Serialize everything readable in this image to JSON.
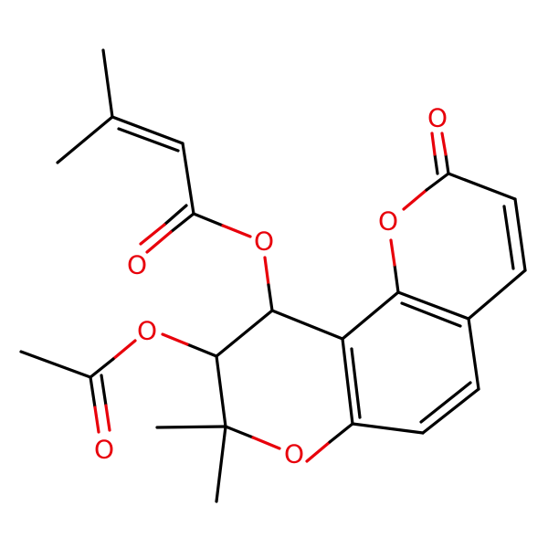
{
  "colors": {
    "background": "#ffffff",
    "bond": "#000000",
    "oxygen": "#e8000b"
  },
  "atoms": [
    {
      "id": "o_carbonyl_lactone",
      "label": "O"
    },
    {
      "id": "o_ring_lactone",
      "label": "O"
    },
    {
      "id": "o_ester_angelate",
      "label": "O"
    },
    {
      "id": "o_carbonyl_angelate",
      "label": "O"
    },
    {
      "id": "o_ester_acetate",
      "label": "O"
    },
    {
      "id": "o_carbonyl_acetate",
      "label": "O"
    },
    {
      "id": "o_ring_pyran",
      "label": "O"
    }
  ]
}
